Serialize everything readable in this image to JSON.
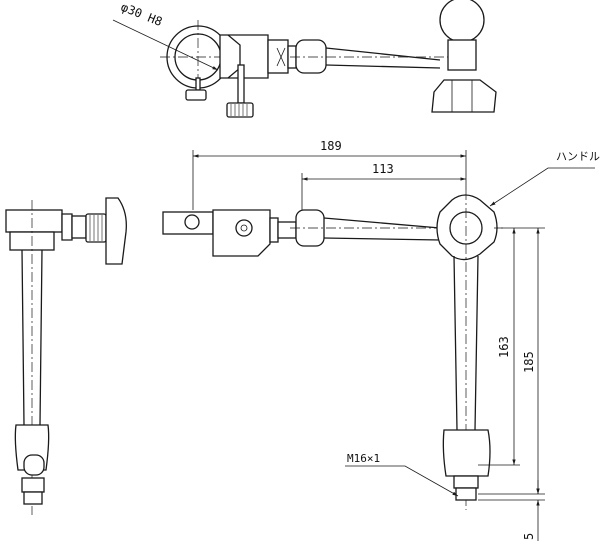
{
  "drawing": {
    "dimensions": {
      "bore": "φ30 H8",
      "overall_reach": "189",
      "arm_reach": "113",
      "height_inner": "163",
      "height_overall": "185",
      "thread_length": "5"
    },
    "labels": {
      "handle": "ハンドル",
      "thread": "M16×1"
    }
  }
}
